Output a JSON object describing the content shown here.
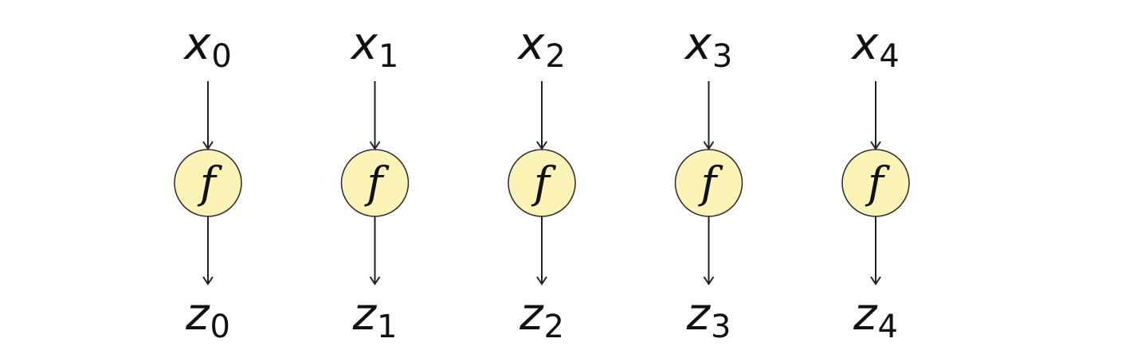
{
  "diagram": {
    "node_fill": "#fbf4b6",
    "node_stroke": "#2a2a2a",
    "edge_color": "#222222",
    "columns": [
      {
        "input_base": "x",
        "input_sub": "0",
        "func": "f",
        "output_base": "z",
        "output_sub": "0"
      },
      {
        "input_base": "x",
        "input_sub": "1",
        "func": "f",
        "output_base": "z",
        "output_sub": "1"
      },
      {
        "input_base": "x",
        "input_sub": "2",
        "func": "f",
        "output_base": "z",
        "output_sub": "2"
      },
      {
        "input_base": "x",
        "input_sub": "3",
        "func": "f",
        "output_base": "z",
        "output_sub": "3"
      },
      {
        "input_base": "x",
        "input_sub": "4",
        "func": "f",
        "output_base": "z",
        "output_sub": "4"
      }
    ]
  }
}
